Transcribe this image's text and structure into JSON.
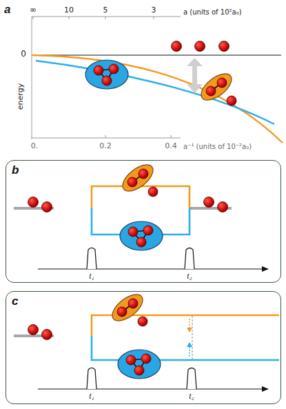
{
  "diagram": {
    "nodes": [
      {
        "text": [
          "b"
        ]
      },
      {
        "text": [
          "c"
        ]
      }
    ],
    "labels": [
      "a",
      "a (units of 10²a₀)",
      "∞",
      "10",
      "5",
      "3",
      "0",
      "energy",
      "0.",
      "0.2",
      "0.4",
      "a⁻¹ (units of 10⁻²a₀)",
      "t₁",
      "t₂",
      "t₁",
      "t₂"
    ]
  }
}
